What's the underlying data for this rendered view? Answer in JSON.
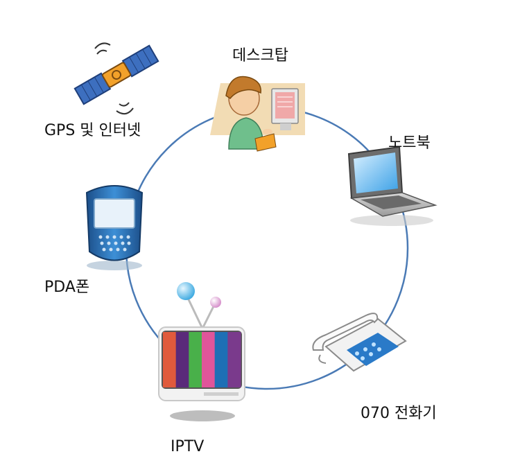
{
  "nodes": {
    "desktop": {
      "label": "데스크탑",
      "icon": "desktop-user-icon"
    },
    "laptop": {
      "label": "노트북",
      "icon": "laptop-icon"
    },
    "phone": {
      "label": "070 전화기",
      "icon": "desk-phone-icon"
    },
    "iptv": {
      "label": "IPTV",
      "icon": "tv-icon"
    },
    "pda": {
      "label": "PDA폰",
      "icon": "pda-phone-icon"
    },
    "gps": {
      "label": "GPS 및 인터넷",
      "icon": "satellite-icon"
    }
  },
  "colors": {
    "ring": "#4a7ab5",
    "tvBars": [
      "#e05a3c",
      "#5a2a7a",
      "#49b04a",
      "#e0559a",
      "#1e6fb5",
      "#7a3a8c"
    ]
  }
}
